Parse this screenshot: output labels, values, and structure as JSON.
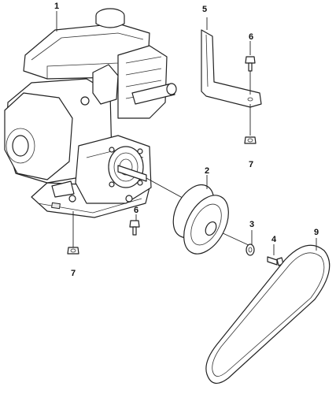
{
  "callouts": {
    "c1": "1",
    "c2": "2",
    "c3": "3",
    "c4": "4",
    "c5": "5",
    "c6a": "6",
    "c6b": "6",
    "c7a": "7",
    "c7b": "7",
    "c9": "9"
  },
  "parts": [
    {
      "ref": "1",
      "name": "engine"
    },
    {
      "ref": "2",
      "name": "pulley"
    },
    {
      "ref": "3",
      "name": "washer"
    },
    {
      "ref": "4",
      "name": "bolt"
    },
    {
      "ref": "5",
      "name": "bracket"
    },
    {
      "ref": "6",
      "name": "bolt"
    },
    {
      "ref": "7",
      "name": "nut"
    },
    {
      "ref": "9",
      "name": "belt"
    }
  ]
}
